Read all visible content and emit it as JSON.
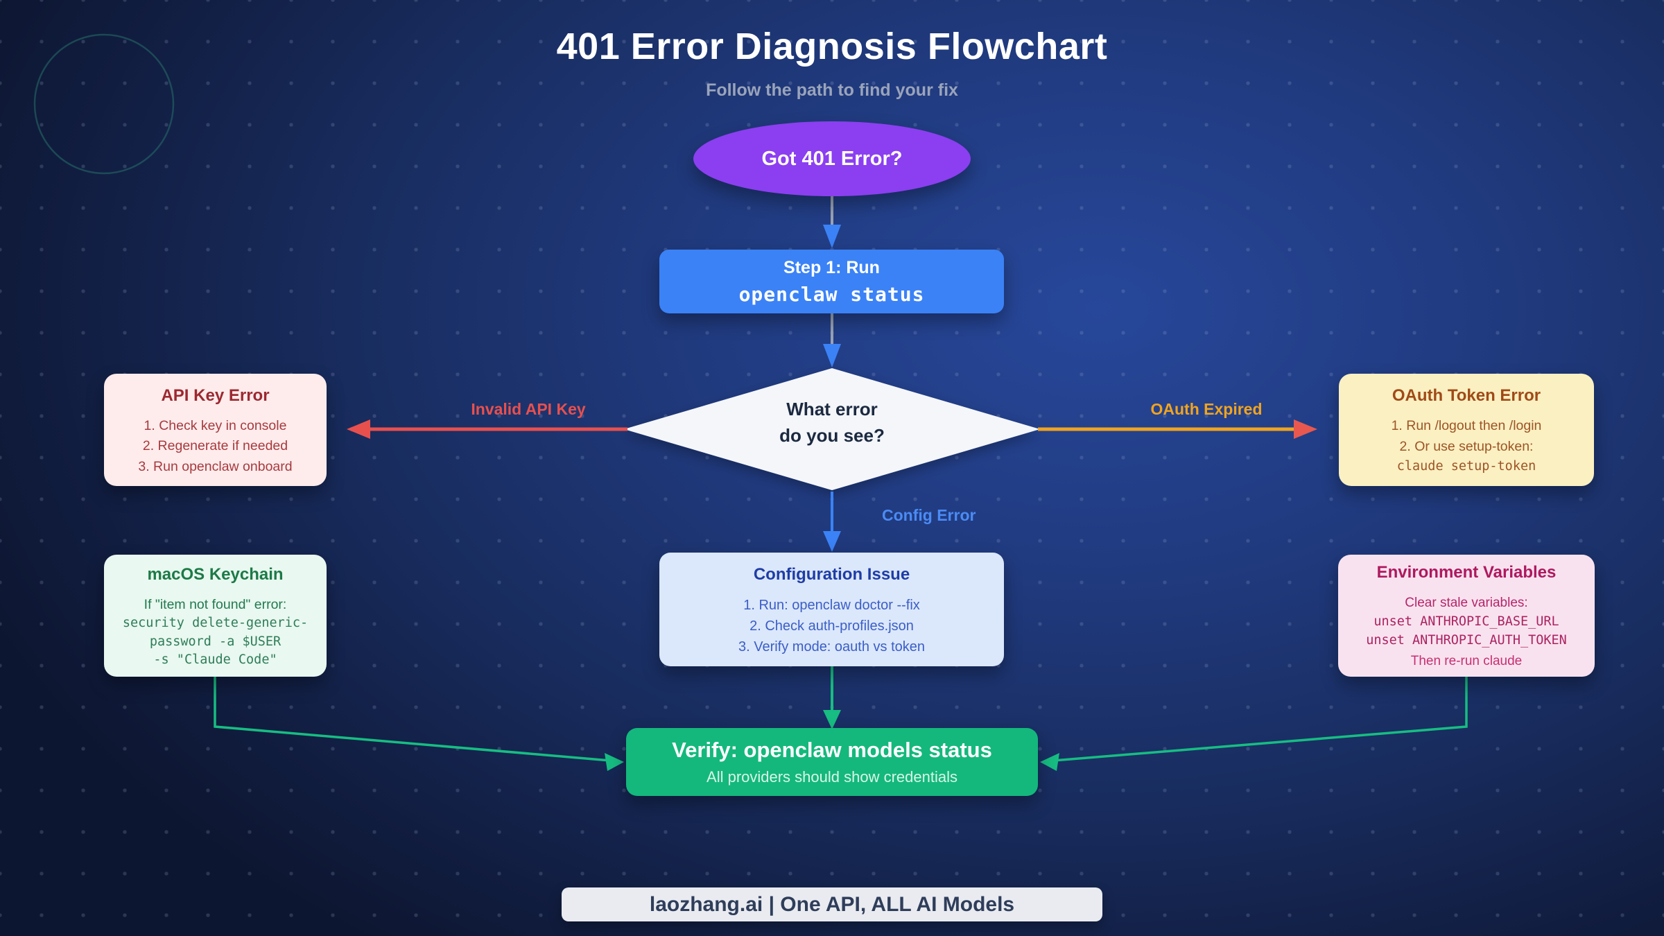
{
  "header": {
    "title": "401 Error Diagnosis Flowchart",
    "subtitle": "Follow the path to find your fix"
  },
  "nodes": {
    "start": {
      "label": "Got 401 Error?"
    },
    "step1": {
      "title": "Step 1: Run",
      "command": "openclaw status"
    },
    "decision": {
      "line1": "What error",
      "line2": "do you see?"
    },
    "api_key_error": {
      "title": "API Key Error",
      "items": [
        "1. Check key in console",
        "2. Regenerate if needed",
        "3. Run openclaw onboard"
      ]
    },
    "oauth_token_error": {
      "title": "OAuth Token Error",
      "items": [
        "1. Run /logout then /login",
        "2. Or use setup-token:"
      ],
      "command": "claude setup-token"
    },
    "config_issue": {
      "title": "Configuration Issue",
      "items": [
        "1. Run: openclaw doctor --fix",
        "2. Check auth-profiles.json",
        "3. Verify mode: oauth vs token"
      ]
    },
    "macos_keychain": {
      "title": "macOS Keychain",
      "note": "If \"item not found\" error:",
      "commands": [
        "security delete-generic-",
        "password -a $USER",
        "-s \"Claude Code\""
      ]
    },
    "env_variables": {
      "title": "Environment Variables",
      "note": "Clear stale variables:",
      "commands": [
        "unset ANTHROPIC_BASE_URL",
        "unset ANTHROPIC_AUTH_TOKEN"
      ],
      "footnote": "Then re-run claude"
    },
    "verify": {
      "title": "Verify: openclaw models status",
      "subtitle": "All providers should show credentials"
    }
  },
  "edges": {
    "invalid_api_key": {
      "label": "Invalid API Key"
    },
    "oauth_expired": {
      "label": "OAuth Expired"
    },
    "config_error": {
      "label": "Config Error"
    }
  },
  "footer": {
    "banner_text": "laozhang.ai | One API, ALL AI Models"
  },
  "colors": {
    "background_dark": "#0d1630",
    "background_bright": "#27479a",
    "start_node": "#8b3ff0",
    "step_node": "#3b82f6",
    "decision_fill": "#f4f6fa",
    "error_red": "#e8504e",
    "warn_orange": "#f0a41f",
    "success_green": "#14b87c",
    "connector_green": "#17bd82",
    "connector_gray": "#9aa3b4",
    "api_box_bg": "#fdeceb",
    "oauth_box_bg": "#faf0c2",
    "config_box_bg": "#dbe7fb",
    "keychain_box_bg": "#e9f8f0",
    "env_box_bg": "#f9e2ef",
    "banner_bg": "#e9ebf0"
  }
}
